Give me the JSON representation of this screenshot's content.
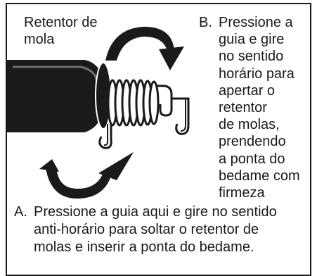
{
  "labels": {
    "spring_retainer": "Retentor de\nmola",
    "step_b": {
      "letter": "B.",
      "text": "Pressione a\nguia e gire\nno sentido\nhorário para\napertar o\nretentor\nde molas,\nprendendo\na ponta do\nbedame com\nfirmeza"
    },
    "step_a": {
      "letter": "A.",
      "text": "Pressione a guia aqui e gire no sentido\nanti-horário para soltar o retentor de\nmolas e inserir a ponta do bedame."
    }
  },
  "colors": {
    "ink": "#1a1a1a",
    "paper": "#ffffff"
  }
}
